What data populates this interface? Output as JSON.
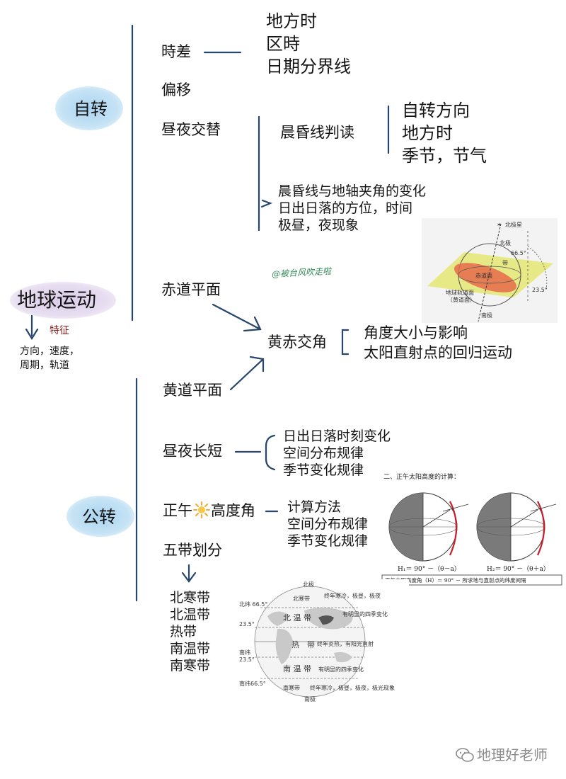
{
  "root": {
    "label": "地球运动",
    "feature_label": "特征",
    "feature_items": [
      "方向，速度，",
      "周期，轨道"
    ]
  },
  "rotation": {
    "label": "自转",
    "time_diff": {
      "label": "時差",
      "items": [
        "地方时",
        "区時",
        "日期分界线"
      ]
    },
    "deflection": "偏移",
    "day_night": {
      "label": "昼夜交替",
      "terminator": {
        "label": "晨昏线判读",
        "items": [
          "自转方向",
          "地方时",
          "季节，节气"
        ]
      },
      "extra_items": [
        "晨昏线与地轴夹角的变化",
        "日出日落的方位，时间",
        "极昼，夜现象"
      ]
    }
  },
  "obliquity": {
    "equator_plane": "赤道平面",
    "ecliptic_plane": "黄道平面",
    "label": "黄赤交角",
    "items": [
      "角度大小与影响",
      "太阳直射点的回归运动"
    ]
  },
  "revolution": {
    "label": "公转",
    "day_length": {
      "label": "昼夜长短",
      "items": [
        "日出日落时刻变化",
        "空间分布规律",
        "季节变化规律"
      ]
    },
    "noon_angle": {
      "label_before": "正午",
      "label_after": "高度角",
      "items": [
        "计算方法",
        "空间分布规律",
        "季节变化规律"
      ]
    },
    "five_zones": {
      "label": "五带划分",
      "items": [
        "北寒带",
        "北温带",
        "热带",
        "南温带",
        "南寒带"
      ]
    }
  },
  "credit": "@被台风吹走啦",
  "watermark": "地理好老师",
  "fig_obliquity": {
    "north_star": "北极星",
    "north_pole": "北极",
    "south_pole": "南极",
    "angle_a": "66.5°",
    "angle_b": "23.5°",
    "equator_plane": "赤道面",
    "ecliptic_plane": "地球轨道面",
    "ecliptic_sub": "（黄道面）",
    "band": "带"
  },
  "fig_noon": {
    "title": "二、正午太阳高度的计算：",
    "formula1": "H₁＝ 90° －（θ－a）",
    "formula2": "H₂＝ 90° －（θ＋a）",
    "caption": "正午太阳高度角（H）＝ 90° － 所求地与直射点的纬度间隔"
  },
  "fig_zones": {
    "north_pole": "北极",
    "south_pole": "南极",
    "lat_labels": [
      "北纬 66.5°",
      "23.5°",
      "南纬",
      "23.5°",
      "南纬66.5°"
    ],
    "zones": [
      "北寒带",
      "北 温 带",
      "热　带",
      "南 温 带",
      "南寒带"
    ],
    "desc": [
      "终年寒冷，极昼，极夜",
      "有明显的四季变化",
      "终年炎热，有阳光直射",
      "有明显的四季变化",
      "终年寒冷，极昼，极夜，极光现象"
    ]
  }
}
